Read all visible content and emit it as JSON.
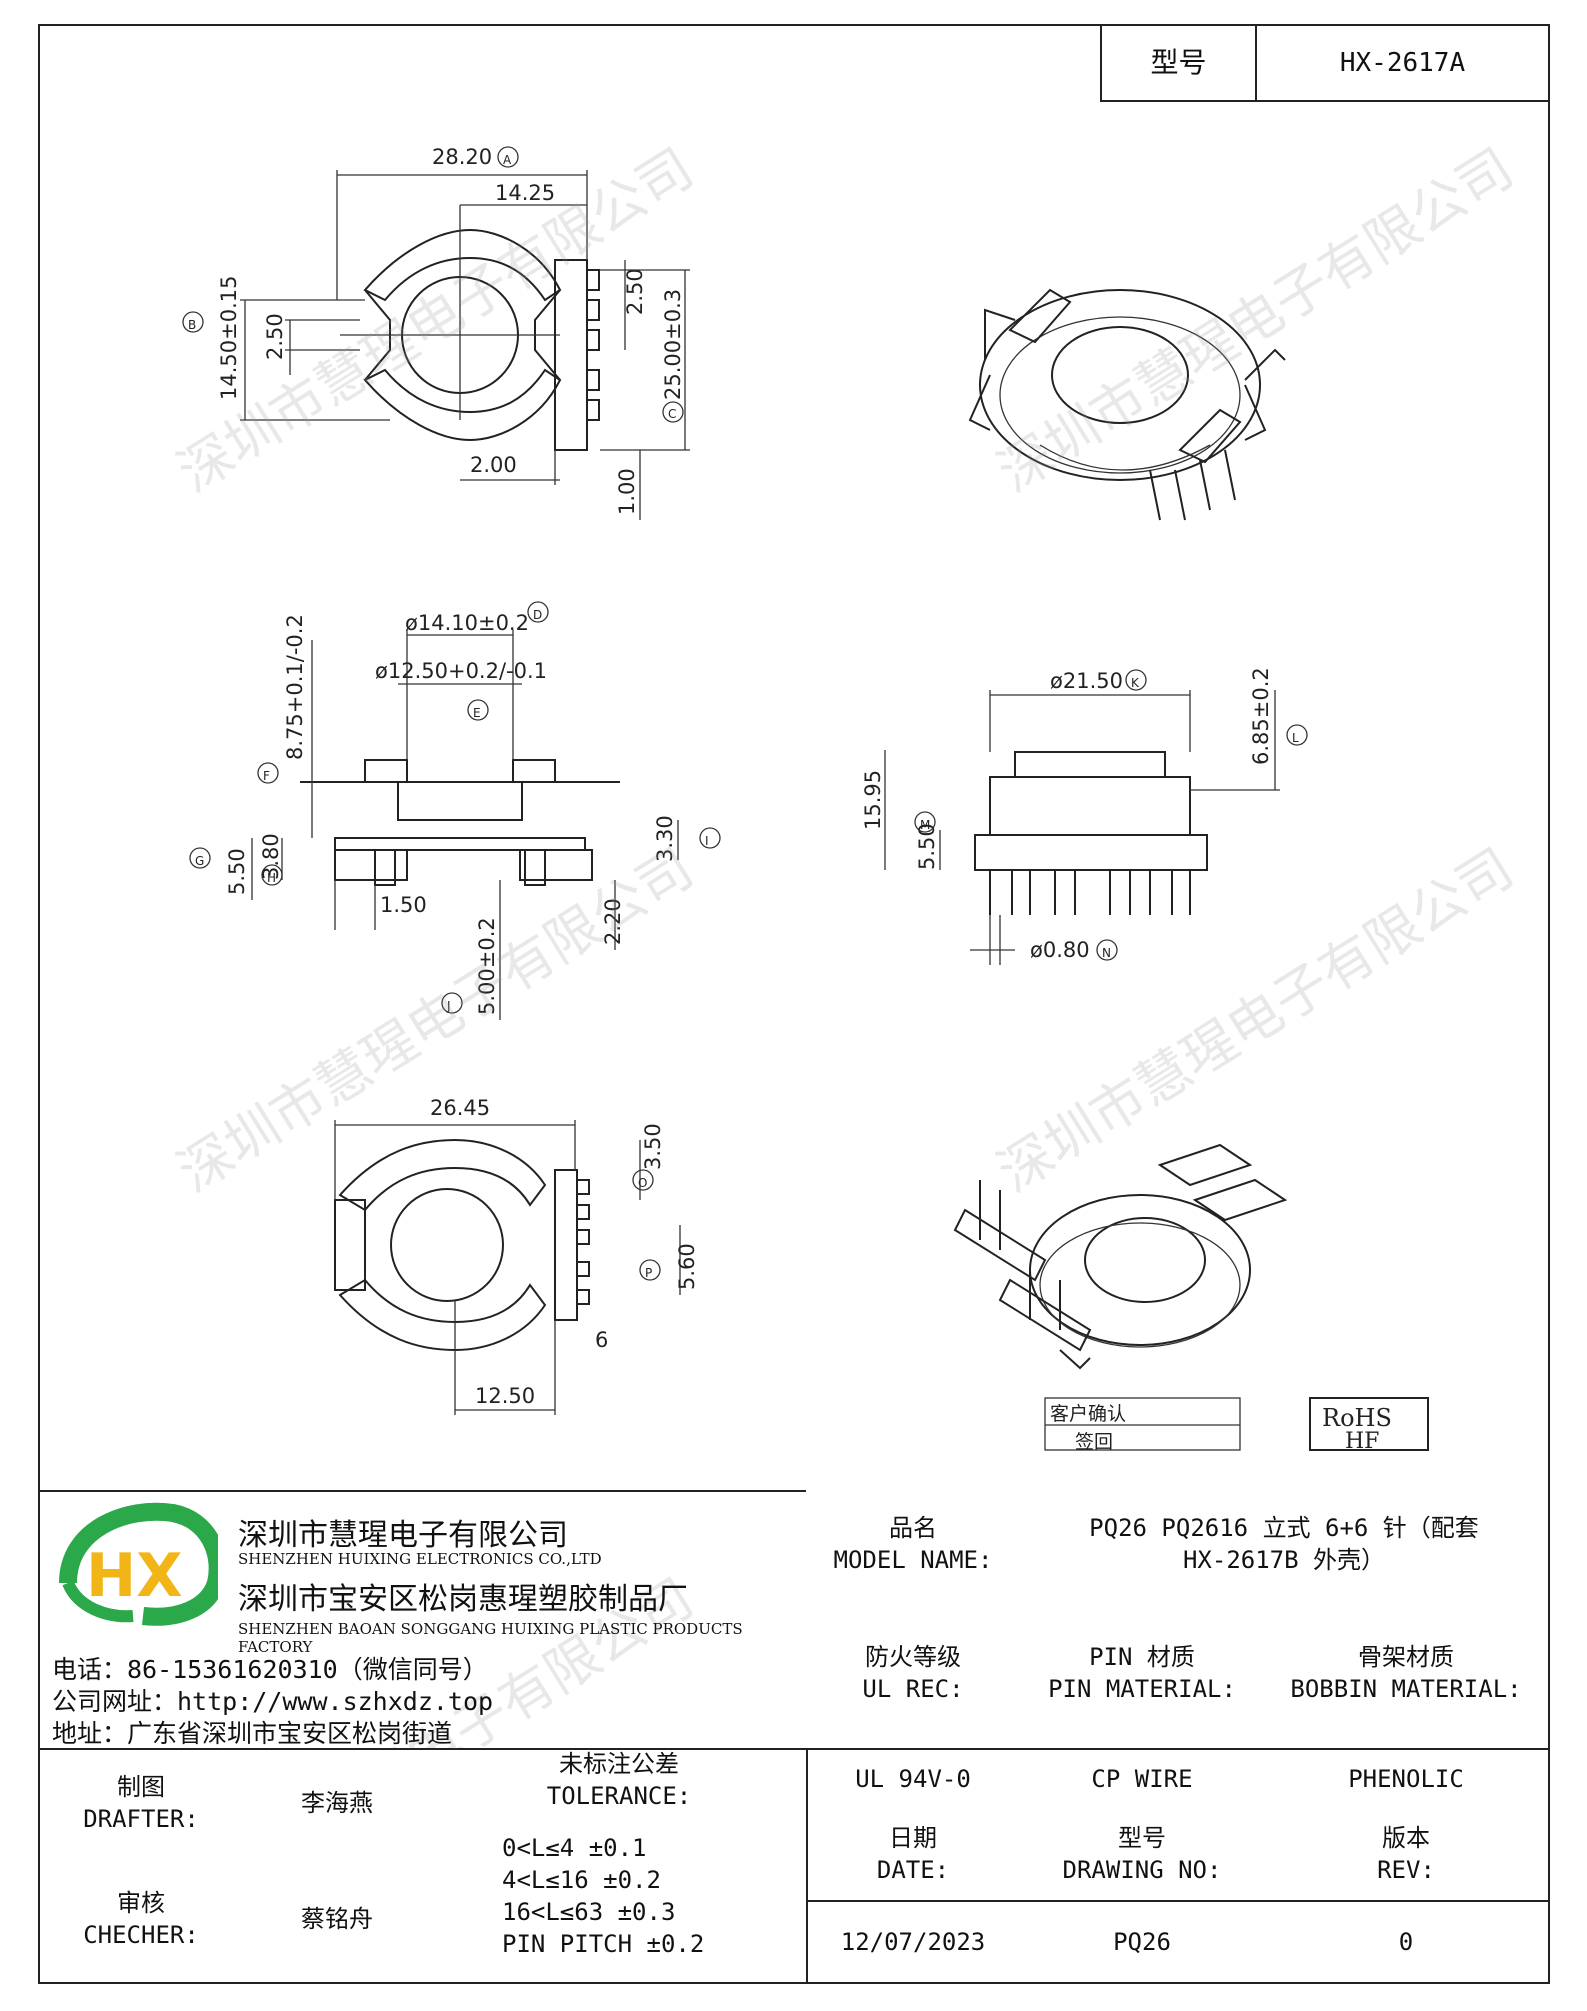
{
  "header": {
    "model_label": "型号",
    "model_value": "HX-2617A"
  },
  "dimensions": {
    "top_view": {
      "d_28_20": "28.20",
      "d_14_25": "14.25",
      "d_14_50": "14.50±0.15",
      "d_2_50_left": "2.50",
      "d_2_50_right": "2.50",
      "d_25_00": "25.00±0.3",
      "d_2_00": "2.00",
      "d_1_00": "1.00",
      "marker_a": "A",
      "marker_b": "B",
      "marker_c": "C"
    },
    "side_view": {
      "d_14_10": "ø14.10±0.2",
      "d_12_50": "ø12.50+0.2/-0.1",
      "d_8_75": "8.75+0.1/-0.2",
      "d_5_50": "5.50",
      "d_3_80": "3.80",
      "d_1_50": "1.50",
      "d_3_30": "3.30",
      "d_2_20": "2.20",
      "d_5_00": "5.00±0.2",
      "marker_d": "D",
      "marker_e": "E",
      "marker_f": "F",
      "marker_g": "G",
      "marker_h": "H",
      "marker_i": "I",
      "marker_j": "J"
    },
    "front_view": {
      "d_21_50": "ø21.50",
      "d_6_85": "6.85±0.2",
      "d_15_95": "15.95",
      "d_5_50": "5.50",
      "d_0_80": "ø0.80",
      "marker_k": "K",
      "marker_l": "L",
      "marker_m": "M",
      "marker_n": "N"
    },
    "bottom_view": {
      "d_26_45": "26.45",
      "d_3_50": "3.50",
      "d_5_60": "5.60",
      "d_12_50": "12.50",
      "pin_6": "6",
      "marker_o": "O",
      "marker_p": "P"
    }
  },
  "stamps": {
    "customer_confirm": "客户确认",
    "signature": "签回",
    "rohs": "RoHS",
    "hf": "HF"
  },
  "company": {
    "logo_text": "HX",
    "name_cn": "深圳市慧瑆电子有限公司",
    "name_en": "SHENZHEN HUIXING ELECTRONICS CO.,LTD",
    "factory_cn": "深圳市宝安区松岗惠瑆塑胶制品厂",
    "factory_en": "SHENZHEN BAOAN SONGGANG HUIXING PLASTIC PRODUCTS FACTORY",
    "phone": "电话：86-15361620310（微信同号）",
    "website": "公司网址：http://www.szhxdz.top",
    "address": "地址：广东省深圳市宝安区松岗街道"
  },
  "title_block": {
    "model_name_label_cn": "品名",
    "model_name_label_en": "MODEL NAME:",
    "model_name_value_1": "PQ26 PQ2616 立式 6+6 针（配套",
    "model_name_value_2": "HX-2617B 外壳）",
    "ul_label_cn": "防火等级",
    "ul_label_en": "UL REC:",
    "pin_label_cn": "PIN 材质",
    "pin_label_en": "PIN MATERIAL:",
    "bobbin_label_cn": "骨架材质",
    "bobbin_label_en": "BOBBIN MATERIAL:",
    "ul_value": "UL 94V-0",
    "pin_value": "CP WIRE",
    "bobbin_value": "PHENOLIC",
    "drafter_label_cn": "制图",
    "drafter_label_en": "DRAFTER:",
    "drafter_value": "李海燕",
    "checker_label_cn": "审核",
    "checker_label_en": "CHECHER:",
    "checker_value": "蔡铭舟",
    "tolerance_label_cn": "未标注公差",
    "tolerance_label_en": "TOLERANCE:",
    "tolerances": [
      "0<L≤4  ±0.1",
      "4<L≤16 ±0.2",
      "16<L≤63 ±0.3",
      "PIN PITCH ±0.2"
    ],
    "date_label_cn": "日期",
    "date_label_en": "DATE:",
    "date_value": "12/07/2023",
    "drawing_label_cn": "型号",
    "drawing_label_en": "DRAWING NO:",
    "drawing_value": "PQ26",
    "rev_label_cn": "版本",
    "rev_label_en": "REV:",
    "rev_value": "0"
  },
  "watermark": "深圳市慧瑆电子有限公司"
}
